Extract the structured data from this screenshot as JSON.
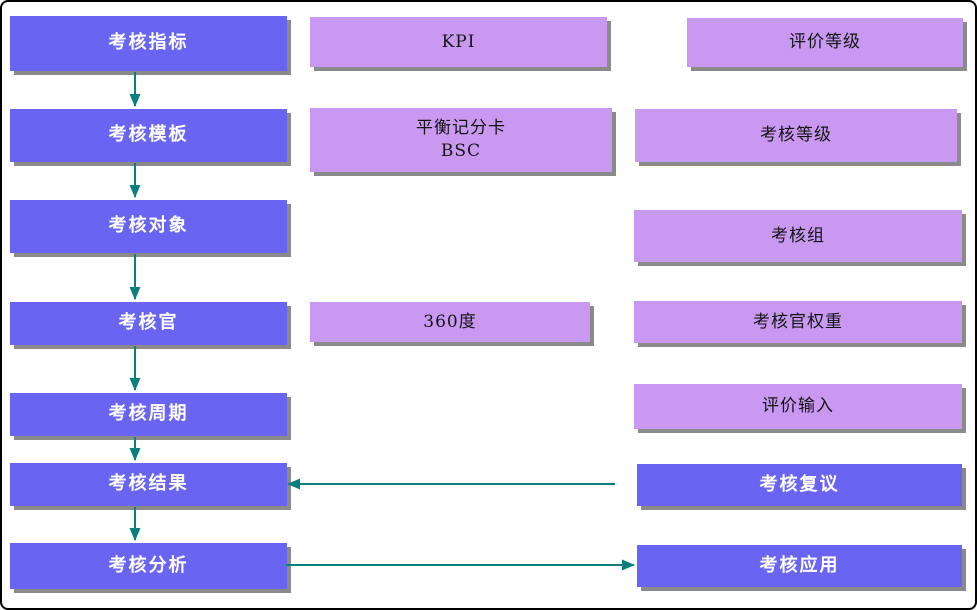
{
  "diagram": {
    "flow_column": [
      {
        "label": "考核指标"
      },
      {
        "label": "考核模板"
      },
      {
        "label": "考核对象"
      },
      {
        "label": "考核官"
      },
      {
        "label": "考核周期"
      },
      {
        "label": "考核结果"
      },
      {
        "label": "考核分析"
      }
    ],
    "method_column": [
      {
        "label": "KPI"
      },
      {
        "label": "平衡记分卡\nBSC"
      },
      {
        "label": "360度"
      }
    ],
    "config_column": [
      {
        "label": "评价等级"
      },
      {
        "label": "考核等级"
      },
      {
        "label": "考核组"
      },
      {
        "label": "考核官权重"
      },
      {
        "label": "评价输入"
      }
    ],
    "review_column": [
      {
        "label": "考核复议"
      },
      {
        "label": "考核应用"
      }
    ]
  },
  "colors": {
    "primary_box": "#6965f2",
    "secondary_box": "#c999f2",
    "arrow": "#0b7f7f",
    "shadow": "#8a8a8a",
    "border": "#000000"
  }
}
